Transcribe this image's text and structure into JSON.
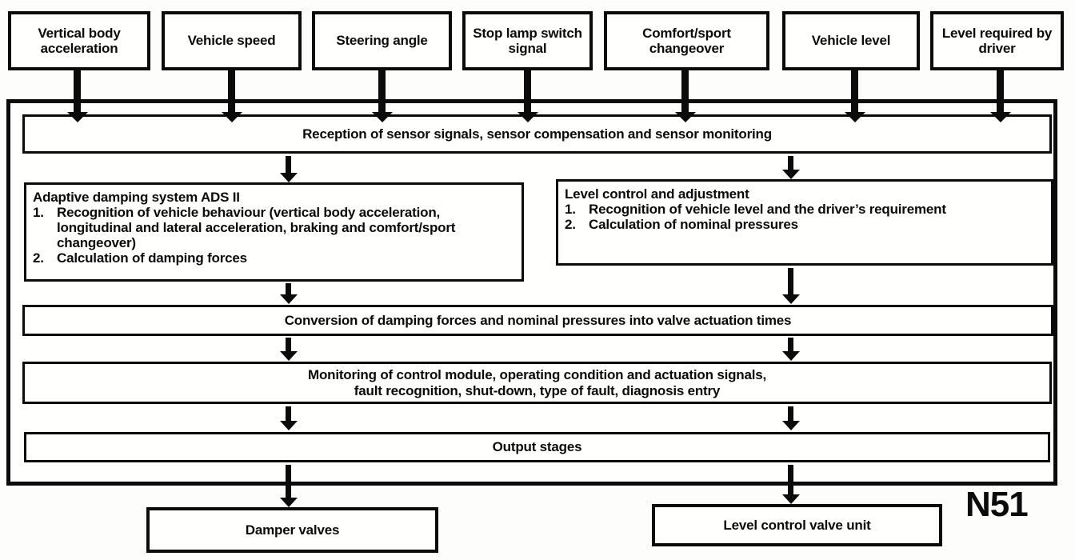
{
  "module_label": "N51",
  "inputs": [
    "Vertical body acceleration",
    "Vehicle speed",
    "Steering angle",
    "Stop lamp switch signal",
    "Comfort/sport changeover",
    "Vehicle level",
    "Level required by driver"
  ],
  "reception": "Reception of sensor signals, sensor compensation and sensor monitoring",
  "ads_box": {
    "title": "Adaptive damping system ADS II",
    "items": [
      {
        "num": "1.",
        "text": "Recognition of vehicle behaviour (vertical body acceleration, longitudinal and lateral acceleration, braking and comfort/sport changeover)"
      },
      {
        "num": "2.",
        "text": "Calculation of damping forces"
      }
    ]
  },
  "level_box": {
    "title": "Level control and adjustment",
    "items": [
      {
        "num": "1.",
        "text": "Recognition of vehicle level and the driver’s requirement"
      },
      {
        "num": "2.",
        "text": "Calculation of nominal pressures"
      }
    ]
  },
  "conversion": "Conversion of damping forces and nominal pressures into valve actuation times",
  "monitoring_lines": [
    "Monitoring of control module, operating condition and actuation signals,",
    "fault recognition, shut-down, type of fault, diagnosis entry"
  ],
  "output_stages": "Output stages",
  "outputs": [
    "Damper valves",
    "Level control valve unit"
  ],
  "colors": {
    "ink": "#0b0b0b",
    "paper": "#ffffff"
  }
}
